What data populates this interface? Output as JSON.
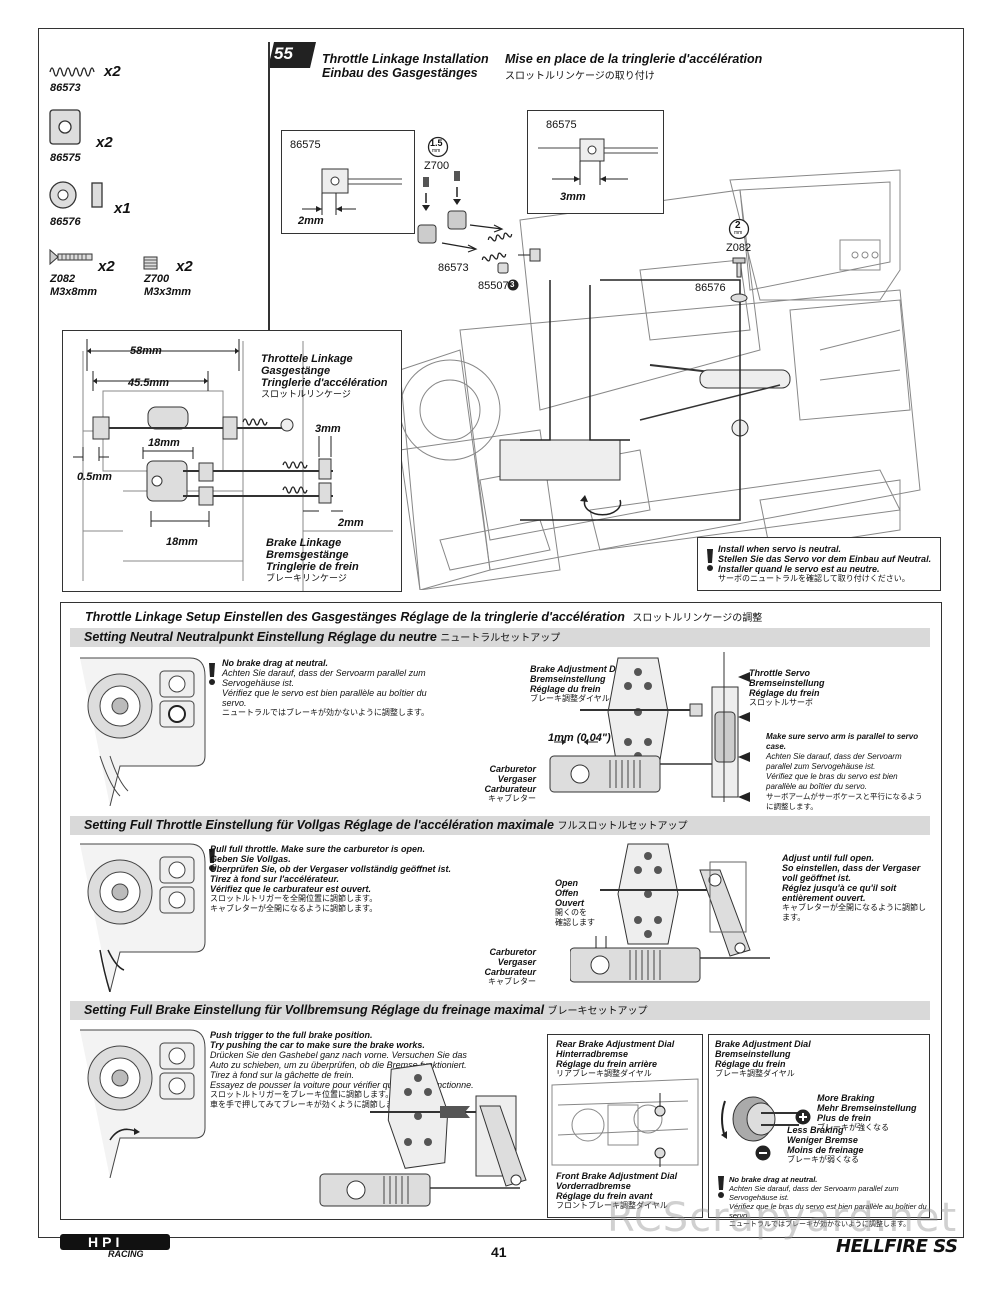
{
  "parts": [
    {
      "id": "86573",
      "qty": "x2"
    },
    {
      "id": "86575",
      "qty": "x2"
    },
    {
      "id": "86576",
      "qty": "x1"
    },
    {
      "id": "Z082",
      "size": "M3x8mm",
      "qty": "x2"
    },
    {
      "id": "Z700",
      "size": "M3x3mm",
      "qty": "x2"
    }
  ],
  "step": {
    "number": "55",
    "title_en": "Throttle Linkage Installation",
    "title_de": "Einbau des Gasgestänges",
    "title_fr": "Mise en place de la tringlerie d'accélération",
    "title_jp": "スロットルリンケージの取り付け"
  },
  "callouts": {
    "left_part": "86575",
    "left_dim": "2mm",
    "right_part": "86575",
    "right_dim": "3mm",
    "hex1": "1.5",
    "hex2": "2",
    "hex_unit": "mm",
    "z700": "Z700",
    "z082": "Z082",
    "p86573": "86573",
    "p85507": "85507",
    "p85507_num": "3",
    "p86576": "86576"
  },
  "linkage": {
    "dim_58": "58mm",
    "dim_45": "45.5mm",
    "dim_05": "0.5mm",
    "dim_18a": "18mm",
    "dim_18b": "18mm",
    "dim_3": "3mm",
    "dim_2": "2mm",
    "throttle": [
      "Throttele Linkage",
      "Gasgestänge",
      "Tringlerie d'accélération",
      "スロットルリンケージ"
    ],
    "brake": [
      "Brake Linkage",
      "Bremsgestänge",
      "Tringlerie de frein",
      "ブレーキリンケージ"
    ]
  },
  "install_note": [
    "Install when servo is neutral.",
    "Stellen Sie das Servo vor dem Einbau auf Neutral.",
    "Installer quand le servo est au neutre.",
    "サーボのニュートラルを確認して取り付けください。"
  ],
  "setup": {
    "title": "Throttle Linkage Setup   Einstellen des Gasgestänges   Réglage de la tringlerie d'accélération",
    "title_jp": "スロットルリンケージの調整"
  },
  "neutral": {
    "bar": "Setting Neutral   Neutralpunkt Einstellung   Réglage du neutre",
    "bar_jp": "ニュートラルセットアップ",
    "note": [
      "No brake drag at neutral.",
      "Achten Sie darauf, dass der Servoarm parallel zum Servogehäuse ist.",
      "Vérifiez que le servo est bien parallèle au boîtier du servo.",
      "ニュートラルではブレーキが効かないように調整します。"
    ],
    "dial": [
      "Brake Adjustment Dial",
      "Bremseinstellung",
      "Réglage du frein",
      "ブレーキ調整ダイヤル"
    ],
    "servo": [
      "Throttle Servo",
      "Bremseinstellung",
      "Réglage du frein",
      "スロットルサーボ"
    ],
    "gap": "1mm (0.04\")",
    "carb": [
      "Carburetor",
      "Vergaser",
      "Carburateur",
      "キャブレター"
    ],
    "servo_note": [
      "Make sure servo arm is parallel to servo case.",
      "Achten Sie darauf, dass der Servoarm parallel zum Servogehäuse ist.",
      "Vérifiez que le bras du servo est bien parallèle au boîtier du servo.",
      "サーボアームがサーボケースと平行になるように調整します。"
    ]
  },
  "full_throttle": {
    "bar": "Setting Full Throttle   Einstellung für Vollgas   Réglage de l'accélération maximale",
    "bar_jp": "フルスロットルセットアップ",
    "note": [
      "Pull full throttle. Make sure the carburetor is open.",
      "Geben Sie Vollgas.",
      "Überprüfen Sie, ob der Vergaser vollständig geöffnet ist.",
      "Tirez à fond sur l'accélérateur.",
      "Vérifiez que le carburateur est ouvert.",
      "スロットルトリガーを全開位置に調節します。",
      "キャブレターが全開になるように調節します。"
    ],
    "open": [
      "Open",
      "Offen",
      "Ouvert",
      "開くのを",
      "確認します"
    ],
    "carb": [
      "Carburetor",
      "Vergaser",
      "Carburateur",
      "キャブレター"
    ],
    "adjust": [
      "Adjust until full open.",
      "So einstellen, dass der Vergaser voll geöffnet ist.",
      "Réglez jusqu'à ce qu'il soit entièrement ouvert.",
      "キャブレターが全開になるように調節します。"
    ]
  },
  "full_brake": {
    "bar": "Setting Full Brake   Einstellung für Vollbremsung   Réglage du freinage maximal",
    "bar_jp": "ブレーキセットアップ",
    "note": [
      "Push trigger to the full brake position.",
      "Try pushing the car to make sure the brake works.",
      "Drücken Sie den Gashebel ganz nach vorne. Versuchen Sie das Auto zu schieben, um zu überprüfen, ob die Bremse funktioniert.",
      "Tirez à fond sur la gâchette de frein.",
      "Essayez de pousser la voiture pour vérifier que le frein fonctionne.",
      "スロットルトリガーをブレーキ位置に調節します。",
      "車を手で押してみてブレーキが効くように調節します。"
    ],
    "rear": [
      "Rear Brake Adjustment Dial",
      "Hinterradbremse",
      "Réglage du frein arrière",
      "リアブレーキ調整ダイヤル"
    ],
    "front": [
      "Front Brake Adjustment Dial",
      "Vorderradbremse",
      "Réglage du frein avant",
      "フロントブレーキ調整ダイヤル"
    ],
    "dial": [
      "Brake Adjustment Dial",
      "Bremseinstellung",
      "Réglage du frein",
      "ブレーキ調整ダイヤル"
    ],
    "more": [
      "More Braking",
      "Mehr Bremseinstellung",
      "Plus de frein",
      "ブレーキが強くなる"
    ],
    "less": [
      "Less Braking",
      "Weniger Bremse",
      "Moins de freinage",
      "ブレーキが弱くなる"
    ],
    "note2": [
      "No brake drag at neutral.",
      "Achten Sie darauf, dass der Servoarm parallel zum Servogehäuse ist.",
      "Vérifiez que le bras du servo est bien parallèle au boîtier du servo.",
      "ニュートラルではブレーキが効かないように調整します。"
    ]
  },
  "footer": {
    "page": "41",
    "brand": "HPI",
    "brand_sub": "RACING",
    "model": "HELLFIRE SS"
  },
  "watermark": "RCScrapyard.net"
}
